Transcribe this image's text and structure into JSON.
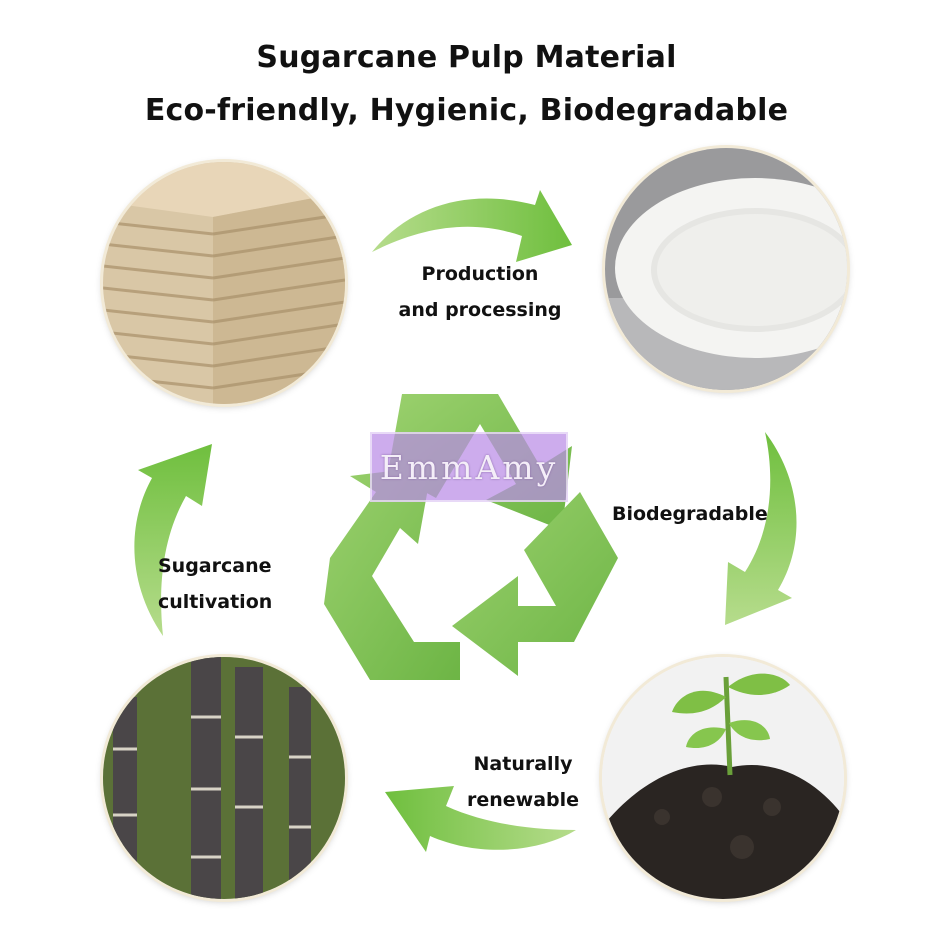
{
  "title": {
    "line1": "Sugarcane Pulp Material",
    "line2": "Eco-friendly, Hygienic, Biodegradable"
  },
  "steps": {
    "production": {
      "line1": "Production",
      "line2": "and processing"
    },
    "biodegradable": {
      "line1": "Biodegradable"
    },
    "natural": {
      "line1": "Naturally",
      "line2": "renewable"
    },
    "cultivation": {
      "line1": "Sugarcane",
      "line2": "cultivation"
    }
  },
  "watermark": "EmmAmy",
  "icons": {
    "recycle": "recycle-icon",
    "cycle_arrows": "curved-arrow-icon"
  },
  "colors": {
    "arrow_green": "#7cc24a",
    "arrow_light": "#b6dc8c",
    "recycle_green": "#86c55a",
    "watermark_bg": "#ba8ce6"
  }
}
